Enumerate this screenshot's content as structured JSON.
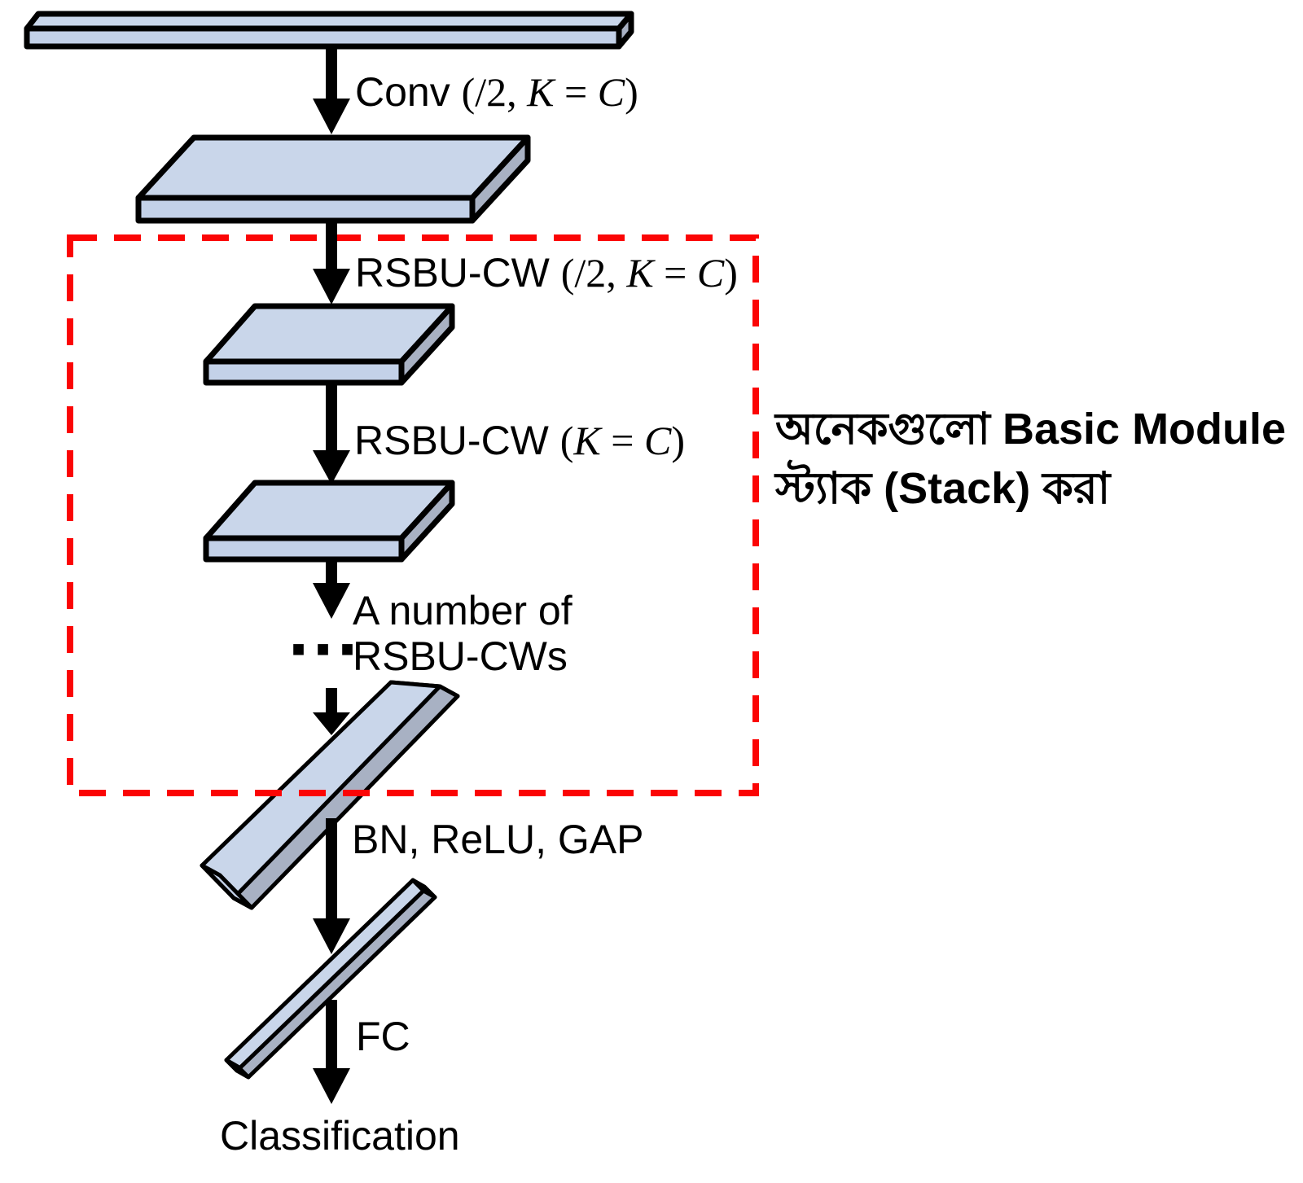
{
  "colors": {
    "background": "#ffffff",
    "outline": "#000000",
    "face_top": "#c9d6ea",
    "face_front": "#c3d1e8",
    "face_side": "#a8b1c3",
    "arrow": "#000000",
    "dashed_box": "#fb0505",
    "annotation_text": "#fb0505"
  },
  "flow": {
    "conv_label_parts": [
      {
        "t": "Conv "
      },
      {
        "t": "(/2, ",
        "f": "m"
      },
      {
        "t": "K",
        "f": "mi"
      },
      {
        "t": " = ",
        "f": "m"
      },
      {
        "t": "C",
        "f": "mi"
      },
      {
        "t": ")",
        "f": "m"
      }
    ],
    "rsbu_downsample_label_parts": [
      {
        "t": "RSBU-CW "
      },
      {
        "t": "(/2, ",
        "f": "m"
      },
      {
        "t": "K",
        "f": "mi"
      },
      {
        "t": " = ",
        "f": "m"
      },
      {
        "t": "C",
        "f": "mi"
      },
      {
        "t": ")",
        "f": "m"
      }
    ],
    "rsbu_label_parts": [
      {
        "t": "RSBU-CW "
      },
      {
        "t": "(",
        "f": "m"
      },
      {
        "t": "K",
        "f": "mi"
      },
      {
        "t": " = ",
        "f": "m"
      },
      {
        "t": "C",
        "f": "mi"
      },
      {
        "t": ")",
        "f": "m"
      }
    ],
    "stacked_units": {
      "line1": "A number of",
      "dots": "···",
      "line2": "RSBU-CWs"
    },
    "bn_relu_gap_label": "BN, ReLU, GAP",
    "fc_label": "FC",
    "classification_label": "Classification"
  },
  "annotation": {
    "line1": "অনেকগুলো Basic Module",
    "line2": "স্ট্যাক (Stack) করা"
  }
}
